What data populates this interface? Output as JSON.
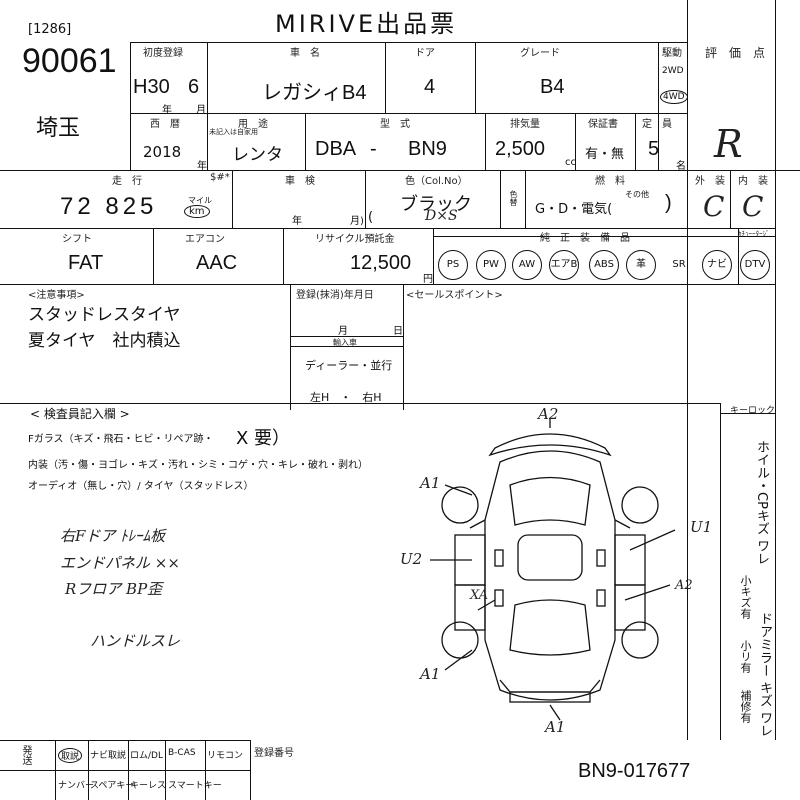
{
  "title": "MIRIVE出品票",
  "lot_box": "1286",
  "lot_number": "90061",
  "region": "埼玉",
  "labels": {
    "first_reg": "初度登録",
    "month": "月",
    "year_unit": "年",
    "car_name": "車　名",
    "door": "ドア",
    "grade": "グレード",
    "drive": "駆動",
    "rating": "評　価　点",
    "seireki": "西　暦",
    "usage": "用　途",
    "usage_note": "未記入は自家用",
    "model": "型　式",
    "displacement": "排気量",
    "warranty": "保証書",
    "capacity": "定　員",
    "mileage": "走　行",
    "mileage_flag": "$#*",
    "shaken": "車　検",
    "color": "色（Col.No）",
    "color_side": "色替",
    "fuel": "燃　料",
    "exterior": "外　装",
    "interior": "内　装",
    "shift": "シフト",
    "aircon": "エアコン",
    "recycle": "リサイクル預託金",
    "options": "純　正　装　備　品",
    "chain": "ｶﾁｭｰｰﾀｰｼﾞ",
    "notes": "<注意事項>",
    "reg_date": "登録(抹消)年月日",
    "import": "輸入車",
    "sales_point": "<セールスポイント>",
    "inspector": "< 検査員記入欄 >",
    "keylock": "キーロック",
    "shipping": "発送",
    "reg_number": "登録番号",
    "yen": "円",
    "cc": "cc",
    "person": "名"
  },
  "first_reg": {
    "era": "H30",
    "month": "6"
  },
  "car_name": "レガシィB4",
  "doors": "4",
  "grade": "B4",
  "drive": {
    "option_2wd": "2WD",
    "option_4wd": "4WD",
    "selected": "4WD"
  },
  "year": "2018",
  "usage": "レンタ",
  "model": {
    "prefix": "DBA",
    "dash": "-",
    "code": "BN9"
  },
  "displacement": "2,500",
  "warranty": "有・無",
  "capacity": "5",
  "grade_score": "R",
  "mileage": "72 825",
  "mileage_unit_top": "マイル",
  "mileage_unit_km": "km",
  "shaken_year": "年",
  "shaken_month": "月)",
  "color": "ブラック",
  "color_paren_open": "(",
  "color_code": "D×S",
  "fuel": "G・D・電気(",
  "fuel_other": "その他",
  "fuel_close": ")",
  "exterior_score": "C",
  "interior_score": "C",
  "shift": "FAT",
  "aircon": "AAC",
  "recycle": "12,500",
  "options_list": [
    "PS",
    "PW",
    "AW",
    "エアB",
    "ABS",
    "革",
    "SR",
    "ナビ",
    "DTV"
  ],
  "notes_lines": [
    "スタッドレスタイヤ",
    "夏タイヤ　社内積込"
  ],
  "reg_date": {
    "month": "月",
    "day": "日"
  },
  "import_type": "ディーラー・並行",
  "handle": "左H　・　右H",
  "inspector_lines": [
    "Fガラス（キズ・飛石・ヒビ・リペア跡・",
    "内装（汚・傷・ヨゴレ・キズ・汚れ・シミ・コゲ・穴・キレ・破れ・剥れ）",
    "オーディオ（無し・穴）/ タイヤ（スタッドレス）"
  ],
  "glass_mark": "X 要）",
  "handwritten_notes": [
    "右Fドア ﾄﾚｰﾑ板",
    "エンドパネル ××",
    "Rフロア BP歪",
    "ハンドルスレ"
  ],
  "damage_marks": [
    "A2",
    "A1",
    "U2",
    "U1",
    "A2",
    "XA",
    "A1",
    "A1"
  ],
  "side_text_1": "ホイル・CPキズ ワレ",
  "side_text_2": "ドアミラー キズ ワレ",
  "side_text_3": "小キズ有",
  "side_text_4": "小リ有",
  "side_text_5": "補修有",
  "bottom_items_top": [
    "取説",
    "ナビ取説",
    "ロム/DL",
    "B-CAS",
    "リモコン"
  ],
  "bottom_items_bottom": [
    "ナンバー",
    "スペアキー",
    "キーレス",
    "スマートキー"
  ],
  "chassis": "BN9-017677"
}
